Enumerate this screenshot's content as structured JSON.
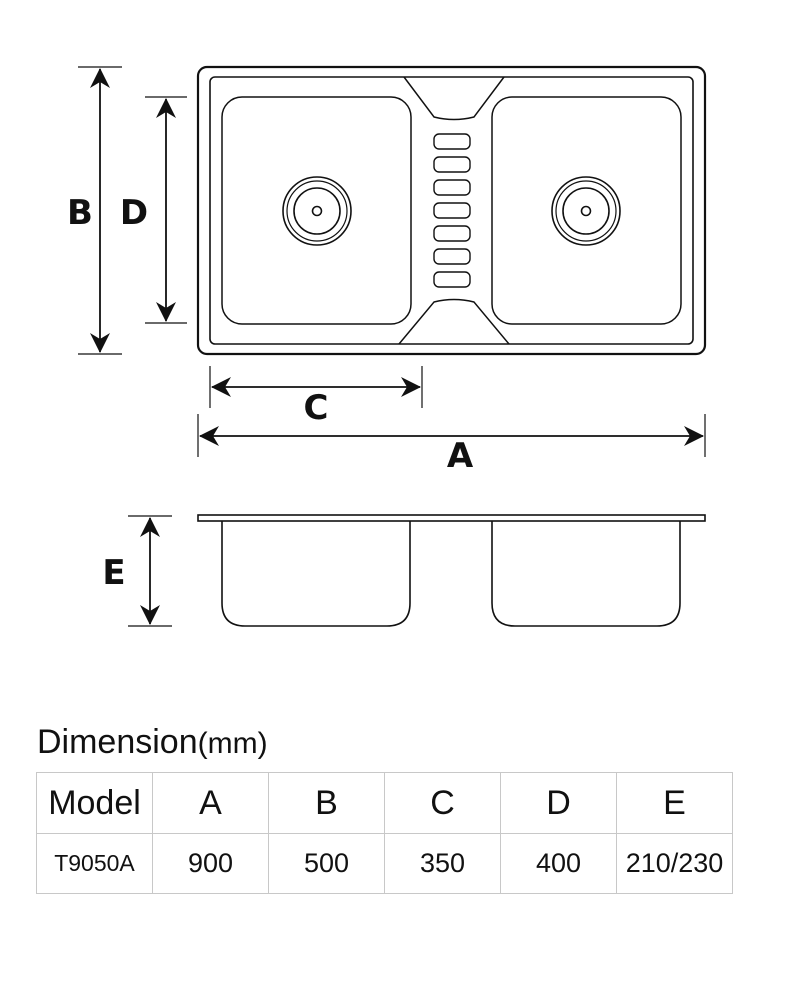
{
  "diagram": {
    "labels": {
      "a": "A",
      "b": "B",
      "c": "C",
      "d": "D",
      "e": "E"
    }
  },
  "dimension_table": {
    "title": "Dimension",
    "unit": "(mm)",
    "headers": [
      "Model",
      "A",
      "B",
      "C",
      "D",
      "E"
    ],
    "rows": [
      [
        "T9050A",
        "900",
        "500",
        "350",
        "400",
        "210/230"
      ]
    ]
  }
}
